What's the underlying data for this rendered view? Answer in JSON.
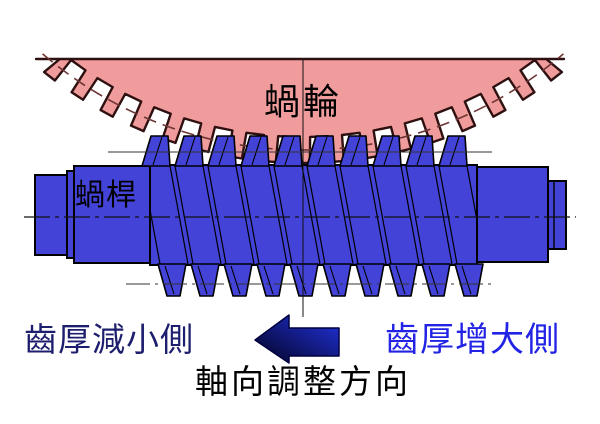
{
  "labels": {
    "worm_wheel": "蝸輪",
    "worm_shaft": "蝸桿",
    "decrease_side": "齒厚減小側",
    "increase_side": "齒厚增大側",
    "adjust_direction": "軸向調整方向"
  },
  "arrow": {
    "direction": "left"
  },
  "colors": {
    "gear_fill": "#F09C9C",
    "gear_outline": "#2E1010",
    "pitch_line": "#6E3535",
    "worm_fill": "#4343D8",
    "worm_outline": "#000000",
    "reference_line": "#333333",
    "centerline": "#111111",
    "arrow_dark": "#02021E",
    "arrow_light": "#2233E0",
    "arrow_outline": "#000040",
    "decrease_text": "#1E1E6E",
    "increase_text": "#2323E6",
    "label_text": "#000000"
  }
}
